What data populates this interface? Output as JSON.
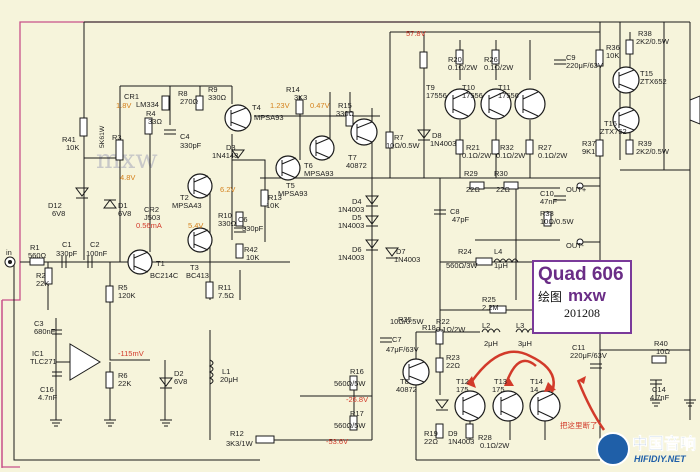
{
  "colors": {
    "background": "#f6f4db",
    "wire": "#1a1a1a",
    "power_rail": "#c8508a",
    "voltage_red": "#d23a2a",
    "voltage_orange": "#d4801c",
    "badge_blue": "#1f5fa8",
    "watermark": "#c0c0c0"
  },
  "title": {
    "name": "Quad 606",
    "draw": "绘图",
    "author": "mxw",
    "date": "201208"
  },
  "watermark": {
    "text": "mxw"
  },
  "badge": {
    "cn": "中国音响",
    "url": "HIFIDIY.NET"
  },
  "note": {
    "cn": "把这里断了"
  },
  "io": {
    "in": "in",
    "out_plus": "OUT+",
    "out_minus": "OUT-"
  },
  "voltages": {
    "v57_8": "57.8V",
    "v1_8": "1.8V",
    "v4_8": "4.8V",
    "v6_2": "6.2V",
    "v5_4": "5.4V",
    "v1_23": "1.23V",
    "v0_47": "0.47V",
    "vm115": "-115mV",
    "vm26_8": "-26.8V",
    "vm53_6": "-53.6V"
  },
  "components": {
    "r1": {
      "ref": "R1",
      "val": "560Ω"
    },
    "r2": {
      "ref": "R2",
      "val": "22K"
    },
    "c1": {
      "ref": "C1",
      "val": "330pF"
    },
    "c2": {
      "ref": "C2",
      "val": "100nF"
    },
    "r3": {
      "ref": "R3",
      "val": "5K61W"
    },
    "r4": {
      "ref": "R4",
      "val": "33Ω"
    },
    "r5": {
      "ref": "R5",
      "val": "120K"
    },
    "r6": {
      "ref": "R6",
      "val": "22K"
    },
    "r7": {
      "ref": "R7",
      "val": "10Ω/0.5W"
    },
    "r8": {
      "ref": "R8",
      "val": "270Ω"
    },
    "r9": {
      "ref": "R9",
      "val": "330Ω"
    },
    "r10": {
      "ref": "R10",
      "val": "330Ω"
    },
    "r11": {
      "ref": "R11",
      "val": "7.5Ω"
    },
    "r12": {
      "ref": "R12",
      "val": "3K3/1W"
    },
    "r13": {
      "ref": "R13",
      "val": "10K"
    },
    "r14": {
      "ref": "R14",
      "val": "3K3"
    },
    "r15": {
      "ref": "R15",
      "val": "330Ω"
    },
    "r16": {
      "ref": "R16",
      "val": "560Ω/5W"
    },
    "r17": {
      "ref": "R17",
      "val": "560Ω/5W"
    },
    "r18": {
      "ref": "R18",
      "val": ""
    },
    "r19": {
      "ref": "R19",
      "val": "22Ω"
    },
    "r20": {
      "ref": "R20",
      "val": "0.1Ω/2W"
    },
    "r21": {
      "ref": "R21",
      "val": "0.1Ω/2W"
    },
    "r22": {
      "ref": "R22",
      "val": "0.1Ω/2W"
    },
    "r23": {
      "ref": "R23",
      "val": "22Ω"
    },
    "r24": {
      "ref": "R24",
      "val": "560Ω/3W"
    },
    "r25": {
      "ref": "R25",
      "val": "2.2M"
    },
    "r26": {
      "ref": "R26",
      "val": "0.1Ω/2W"
    },
    "r27": {
      "ref": "R27",
      "val": "0.1Ω/2W"
    },
    "r28": {
      "ref": "R28",
      "val": "0.1Ω/2W"
    },
    "r29": {
      "ref": "R29",
      "val": "22Ω"
    },
    "r30": {
      "ref": "R30",
      "val": "22Ω"
    },
    "r32": {
      "ref": "R32",
      "val": "0.1Ω/2W"
    },
    "r33": {
      "ref": "R33",
      "val": "10Ω/0.5W"
    },
    "r36": {
      "ref": "R36",
      "val": "10K"
    },
    "r37": {
      "ref": "R37",
      "val": "9K1"
    },
    "r38": {
      "ref": "R38",
      "val": "2K2/0.5W"
    },
    "r39": {
      "ref": "R39",
      "val": "2K2/0.5W"
    },
    "r40": {
      "ref": "R40",
      "val": "10Ω"
    },
    "r41": {
      "ref": "R41",
      "val": "10K"
    },
    "r42": {
      "ref": "R42",
      "val": "10K"
    },
    "c3": {
      "ref": "C3",
      "val": "680nF"
    },
    "c4": {
      "ref": "C4",
      "val": "330pF"
    },
    "c6": {
      "ref": "C6",
      "val": "330pF"
    },
    "c7": {
      "ref": "C7",
      "val": "47μF/63V"
    },
    "c8": {
      "ref": "C8",
      "val": "47pF"
    },
    "c9": {
      "ref": "C9",
      "val": "220μF/63V"
    },
    "c10": {
      "ref": "C10",
      "val": "47nF"
    },
    "c11": {
      "ref": "C11",
      "val": "220μF/63V"
    },
    "c14": {
      "ref": "C14",
      "val": "4.7nF"
    },
    "c16": {
      "ref": "C16",
      "val": "4.7nF"
    },
    "cr1": {
      "ref": "CR1",
      "val": "LM334"
    },
    "cr2": {
      "ref": "CR2",
      "val": "J503"
    },
    "cr2_cur": {
      "ref": "",
      "val": "0.56mA"
    },
    "d1": {
      "ref": "D1",
      "val": "6V8"
    },
    "d2": {
      "ref": "D2",
      "val": "6V8"
    },
    "d3": {
      "ref": "D3",
      "val": "1N4148"
    },
    "d4": {
      "ref": "D4",
      "val": "1N4003"
    },
    "d5": {
      "ref": "D5",
      "val": "1N4003"
    },
    "d6": {
      "ref": "D6",
      "val": "1N4003"
    },
    "d7": {
      "ref": "D7",
      "val": "1N4003"
    },
    "d8": {
      "ref": "D8",
      "val": "1N4003"
    },
    "d9": {
      "ref": "D9",
      "val": "1N4003"
    },
    "d12": {
      "ref": "D12",
      "val": "6V8"
    },
    "ic1": {
      "ref": "IC1",
      "val": "TLC271"
    },
    "l1": {
      "ref": "L1",
      "val": "20μH"
    },
    "l2": {
      "ref": "L2",
      "val": "2μH"
    },
    "l3": {
      "ref": "L3",
      "val": "3μH"
    },
    "l4": {
      "ref": "L4",
      "val": "1μH"
    },
    "t1": {
      "ref": "T1",
      "val": "BC214C"
    },
    "t2": {
      "ref": "T2",
      "val": "MPSA43"
    },
    "t3": {
      "ref": "T3",
      "val": "BC413"
    },
    "t4": {
      "ref": "T4",
      "val": "MPSA93"
    },
    "t5": {
      "ref": "T5",
      "val": "MPSA93"
    },
    "t6": {
      "ref": "T6",
      "val": "MPSA93"
    },
    "t7": {
      "ref": "T7",
      "val": "40872"
    },
    "t8": {
      "ref": "T8",
      "val": "40872"
    },
    "t9": {
      "ref": "T9",
      "val": "17556"
    },
    "t10": {
      "ref": "T10",
      "val": "17556"
    },
    "t11": {
      "ref": "T11",
      "val": "17556"
    },
    "t12": {
      "ref": "T12",
      "val": "175"
    },
    "t13": {
      "ref": "T13",
      "val": "175"
    },
    "t14": {
      "ref": "T14",
      "val": "14"
    },
    "t15": {
      "ref": "T15",
      "val": "ZTX652"
    },
    "t16": {
      "ref": "T16",
      "val": "ZTX752"
    },
    "r35": {
      "ref": "R35",
      "val": ""
    }
  }
}
